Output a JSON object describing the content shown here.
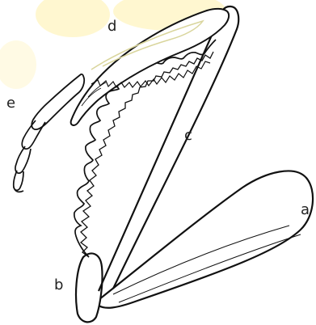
{
  "labels": {
    "a": "a",
    "b": "b",
    "c": "c",
    "d": "d",
    "e": "e"
  },
  "colors": {
    "background": "#ffffff",
    "outline": "#111111",
    "watermark": "#fff4c0",
    "highlight": "#d9d59c"
  }
}
